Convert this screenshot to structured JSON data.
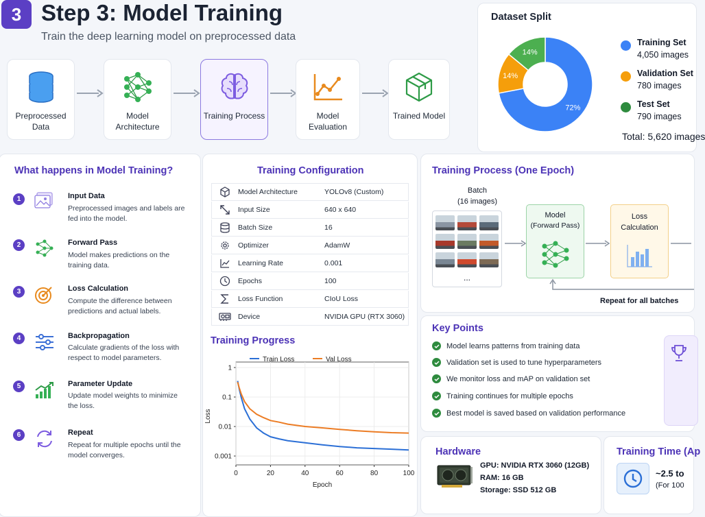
{
  "header": {
    "step_number": "3",
    "title": "Step 3: Model Training",
    "subtitle": "Train the deep learning model on preprocessed data"
  },
  "flow": [
    {
      "label": "Preprocessed Data",
      "icon": "database-icon"
    },
    {
      "label": "Model Architecture",
      "icon": "network-icon"
    },
    {
      "label": "Training Process",
      "icon": "brain-icon"
    },
    {
      "label": "Model Evaluation",
      "icon": "line-chart-icon"
    },
    {
      "label": "Trained Model",
      "icon": "cube-icon"
    }
  ],
  "dataset_split": {
    "title": "Dataset Split",
    "slices": [
      {
        "name": "Training Set",
        "images": "4,050 images",
        "pct": 72,
        "label": "72%",
        "color": "#3b82f6"
      },
      {
        "name": "Validation Set",
        "images": "780 images",
        "pct": 14,
        "label": "14%",
        "color": "#f59e0b"
      },
      {
        "name": "Test Set",
        "images": "790 images",
        "pct": 14,
        "label": "14%",
        "color": "#4caf50"
      }
    ],
    "total": "Total: 5,620 images"
  },
  "what_happens": {
    "title": "What happens in Model Training?",
    "steps": [
      {
        "num": "1",
        "title": "Input Data",
        "desc": "Preprocessed images and labels are fed into the model."
      },
      {
        "num": "2",
        "title": "Forward Pass",
        "desc": "Model makes predictions on the training data."
      },
      {
        "num": "3",
        "title": "Loss Calculation",
        "desc": "Compute the difference between predictions and actual labels."
      },
      {
        "num": "4",
        "title": "Backpropagation",
        "desc": "Calculate gradients of the loss with respect to model parameters."
      },
      {
        "num": "5",
        "title": "Parameter Update",
        "desc": "Update model weights to minimize the loss."
      },
      {
        "num": "6",
        "title": "Repeat",
        "desc": "Repeat for multiple epochs until the model converges."
      }
    ]
  },
  "config": {
    "title": "Training Configuration",
    "rows": [
      {
        "key": "Model Architecture",
        "value": "YOLOv8 (Custom)"
      },
      {
        "key": "Input Size",
        "value": "640 x 640"
      },
      {
        "key": "Batch Size",
        "value": "16"
      },
      {
        "key": "Optimizer",
        "value": "AdamW"
      },
      {
        "key": "Learning Rate",
        "value": "0.001"
      },
      {
        "key": "Epochs",
        "value": "100"
      },
      {
        "key": "Loss Function",
        "value": "CIoU Loss"
      },
      {
        "key": "Device",
        "value": "NVIDIA GPU (RTX 3060)"
      }
    ]
  },
  "progress": {
    "title": "Training Progress"
  },
  "chart_data": {
    "type": "line",
    "title": "Training Progress",
    "xlabel": "Epoch",
    "ylabel": "Loss",
    "xlim": [
      0,
      100
    ],
    "yscale": "log",
    "ylim": [
      0.0005,
      1
    ],
    "xticks": [
      "0",
      "20",
      "40",
      "60",
      "80",
      "100"
    ],
    "yticks": [
      "1",
      "0.1",
      "0.01",
      "0.001"
    ],
    "legend": "top",
    "series": [
      {
        "name": "Train Loss",
        "color": "#2b6fd6",
        "x": [
          1,
          2,
          3,
          5,
          8,
          12,
          16,
          20,
          25,
          30,
          40,
          50,
          60,
          70,
          80,
          90,
          100
        ],
        "y": [
          0.35,
          0.18,
          0.1,
          0.04,
          0.018,
          0.009,
          0.006,
          0.0045,
          0.0038,
          0.0033,
          0.0028,
          0.0024,
          0.0021,
          0.0019,
          0.0018,
          0.0017,
          0.0016
        ]
      },
      {
        "name": "Val Loss",
        "color": "#ec7c24",
        "x": [
          1,
          2,
          3,
          5,
          8,
          12,
          16,
          20,
          25,
          30,
          40,
          50,
          60,
          70,
          80,
          90,
          100
        ],
        "y": [
          0.32,
          0.2,
          0.13,
          0.07,
          0.04,
          0.026,
          0.02,
          0.016,
          0.014,
          0.012,
          0.01,
          0.009,
          0.008,
          0.0072,
          0.0066,
          0.0062,
          0.006
        ]
      }
    ]
  },
  "epoch": {
    "title": "Training Process (One Epoch)",
    "batch_label": "Batch",
    "batch_sub": "(16 images)",
    "ellipsis": "...",
    "model_label": "Model",
    "model_sub": "(Forward Pass)",
    "loss_label": "Loss Calculation",
    "repeat_label": "Repeat for all batches"
  },
  "key_points": {
    "title": "Key Points",
    "items": [
      "Model learns patterns from training data",
      "Validation set is used to tune hyperparameters",
      "We monitor loss and mAP on validation set",
      "Training continues for multiple epochs",
      "Best model is saved based on validation performance"
    ]
  },
  "hardware": {
    "title": "Hardware",
    "gpu": "GPU: NVIDIA RTX 3060 (12GB)",
    "ram": "RAM: 16 GB",
    "storage": "Storage: SSD 512 GB"
  },
  "training_time": {
    "title": "Training Time (Ap",
    "value": "~2.5 to",
    "note": "(For 100"
  }
}
